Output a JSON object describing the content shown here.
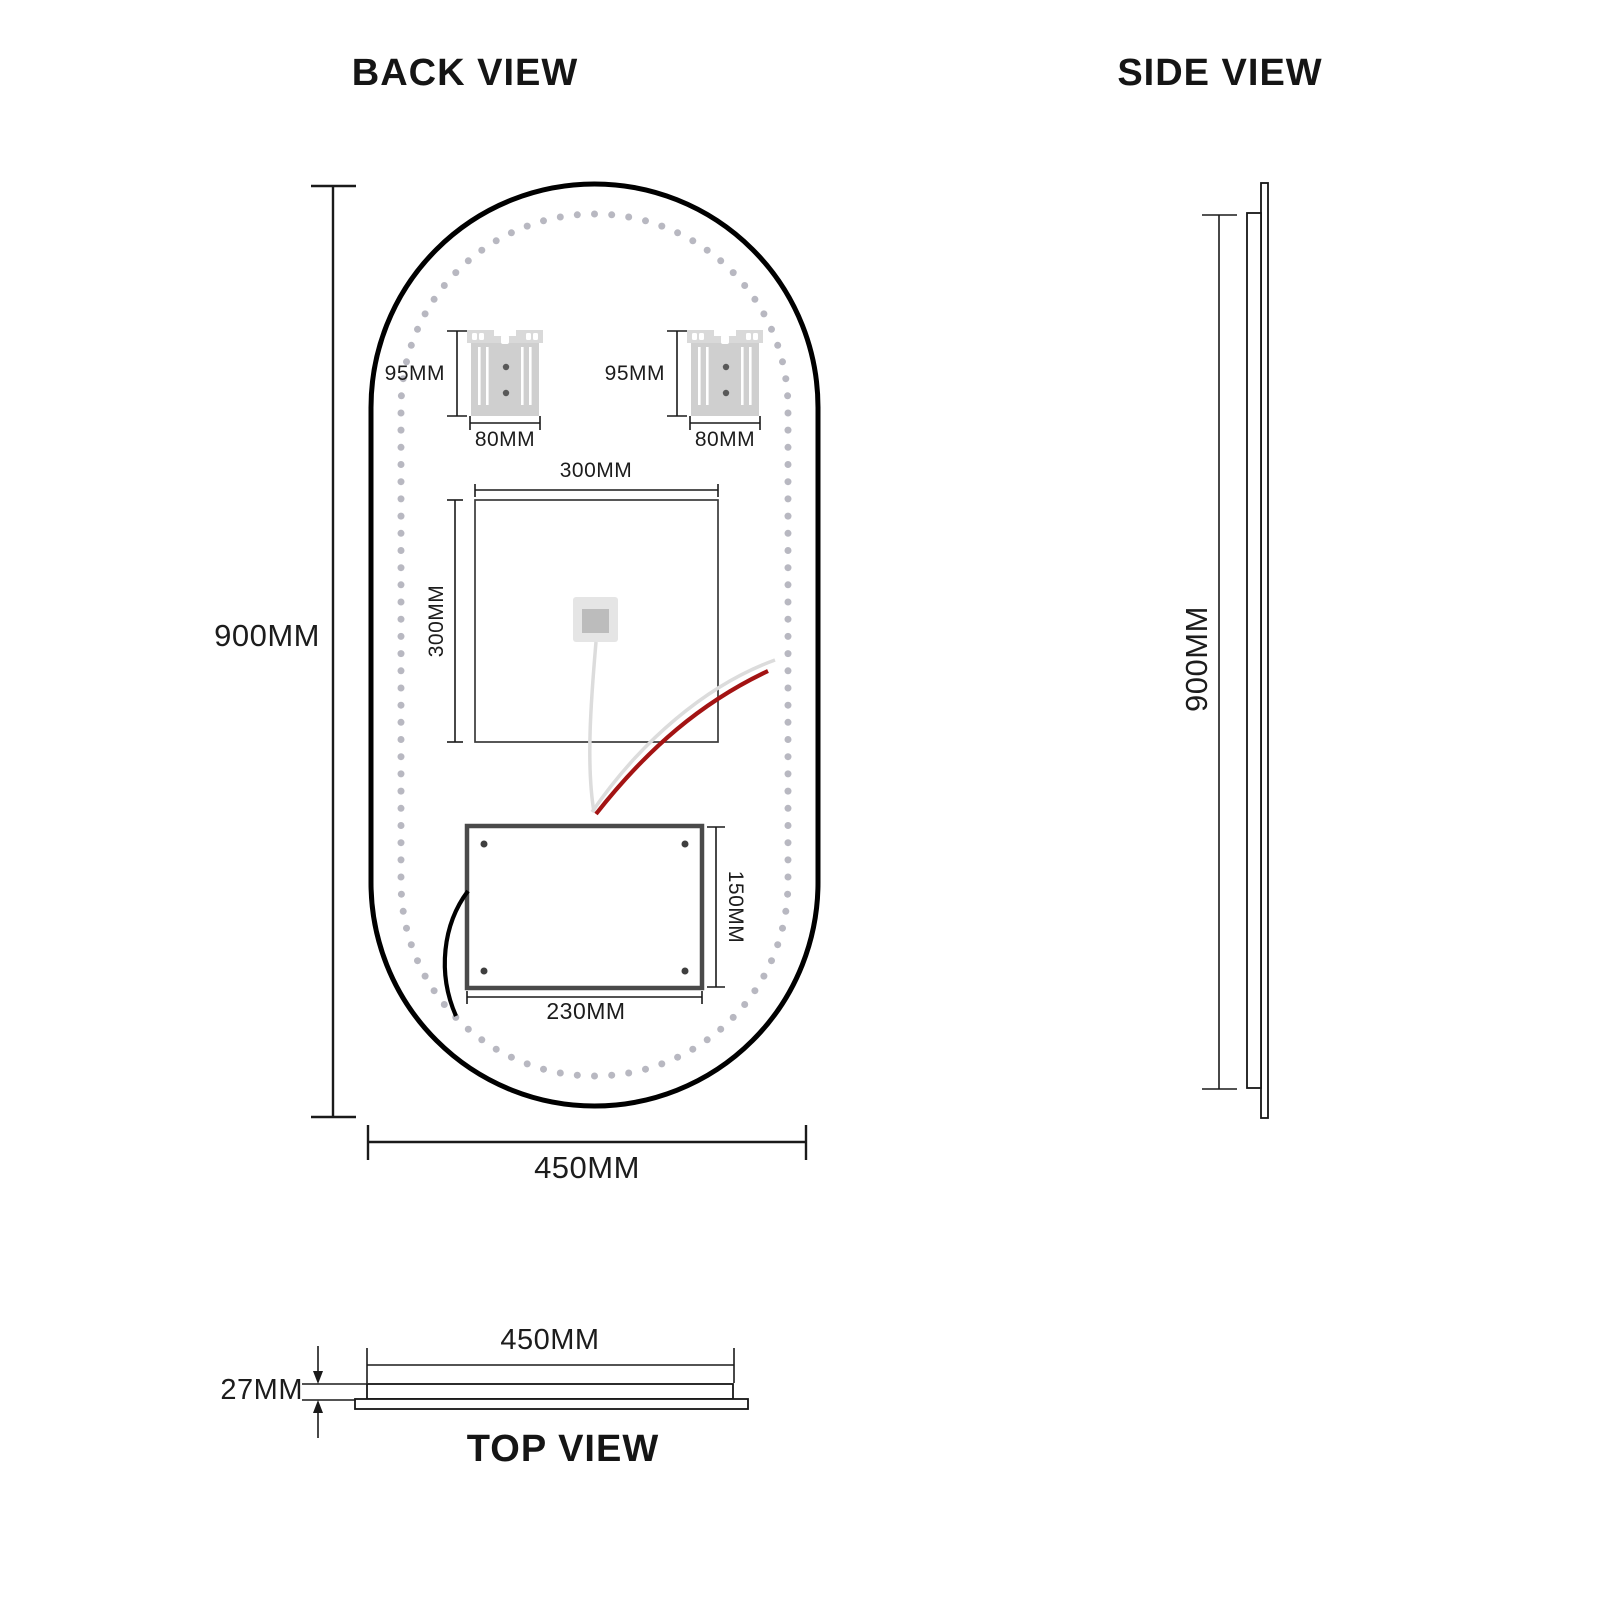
{
  "colors": {
    "line": "#1a1a1a",
    "outline_black": "#000000",
    "led_dot": "#b8b8c1",
    "bracket_flange": "#d9d9d9",
    "bracket_body": "#cfcfcf",
    "bracket_hole": "#595959",
    "pad_outer": "#e5e5e5",
    "pad_inner": "#bcbcbc",
    "box_border": "#4a4a4a",
    "screw": "#3f3f3f",
    "wire_red": "#a31313",
    "wire_gray": "#dcdcdc",
    "cable_black": "#000000"
  },
  "back_view": {
    "title": "BACK VIEW",
    "height_label": "900MM",
    "width_label": "450MM",
    "led_strip": {
      "dot_count": 126
    },
    "brackets": [
      {
        "height_label": "95MM",
        "width_label": "80MM"
      },
      {
        "height_label": "95MM",
        "width_label": "80MM"
      }
    ],
    "sensor_square": {
      "width_label": "300MM",
      "height_label": "300MM"
    },
    "driver_box": {
      "width_label": "230MM",
      "height_label": "150MM"
    }
  },
  "side_view": {
    "title": "SIDE VIEW",
    "height_label": "900MM"
  },
  "top_view": {
    "title": "TOP VIEW",
    "width_label": "450MM",
    "thickness_label": "27MM"
  }
}
